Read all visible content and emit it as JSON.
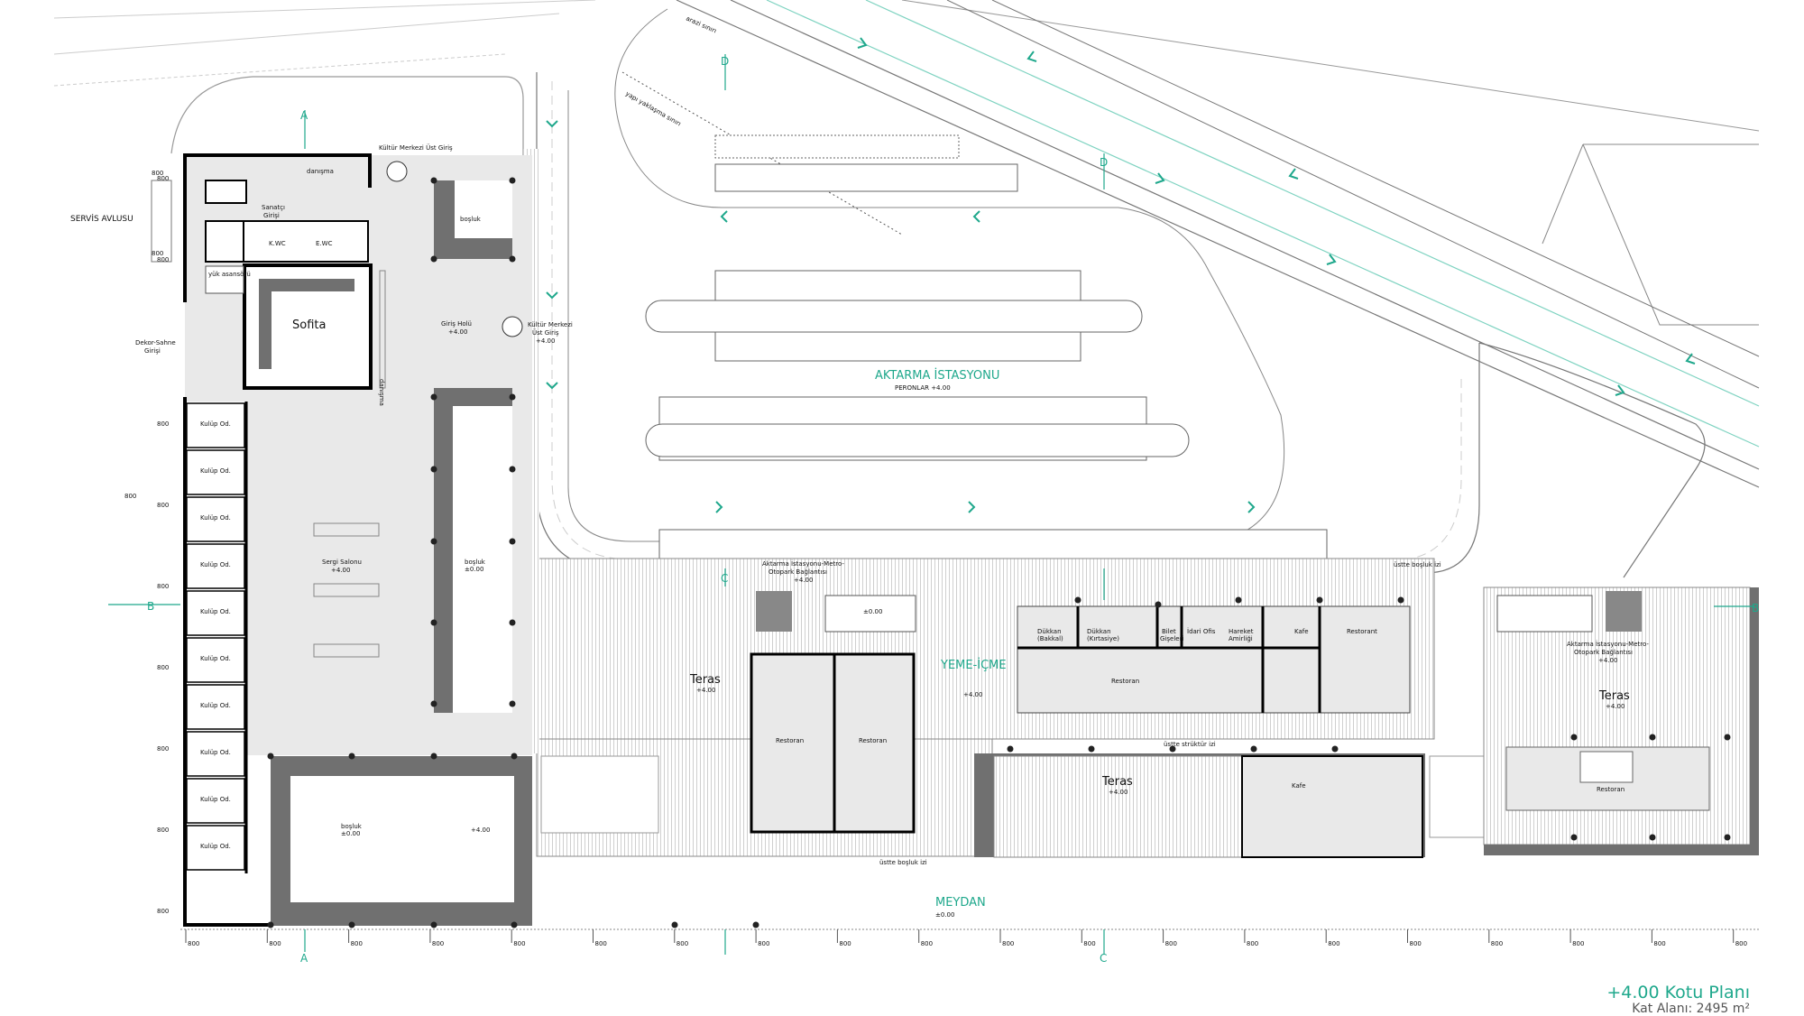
{
  "colors": {
    "accent": "#1fa88c",
    "wall": "#000000",
    "void_dark": "#707070",
    "floor": "#e9e9e9"
  },
  "title": {
    "plan": "+4.00 Kotu Planı",
    "area": "Kat Alanı: 2495 m²"
  },
  "site": {
    "servis_avlusu": "SERVİS AVLUSU",
    "arazi_siniri": "arazi sınırı",
    "yapi_yaklasma": "yapı yaklaşma sınırı",
    "aktarma": "AKTARMA İSTASYONU",
    "peronlar": "PERONLAR +4.00",
    "yeme_icme": "YEME-İÇME",
    "yeme_icme_level": "+4.00",
    "meydan": "MEYDAN",
    "meydan_level": "±0.00"
  },
  "culture": {
    "ust_giris_top": "Kültür Merkezi Üst Giriş",
    "ust_giris_side_1": "Kültür Merkezi",
    "ust_giris_side_2": "Üst Giriş",
    "ust_giris_side_3": "+4.00",
    "danisma": "danışma",
    "danisma2": "danışma",
    "sanatci_1": "Sanatçı",
    "sanatci_2": "Girişi",
    "kwc": "K.WC",
    "ewc": "E.WC",
    "yuk": "yük asansörü",
    "sofita": "Sofita",
    "dekor_1": "Dekor-Sahne",
    "dekor_2": "Girişi",
    "giris_holu": "Giriş Holü",
    "giris_holu_level": "+4.00",
    "sergi": "Sergi Salonu",
    "sergi_level": "+4.00",
    "bosluk": "boşluk",
    "bosluk_level": "±0.00",
    "bottom_level": "+4.00",
    "club_rooms": [
      "Kulüp Od.",
      "Kulüp Od.",
      "Kulüp Od.",
      "Kulüp Od.",
      "Kulüp Od.",
      "Kulüp Od.",
      "Kulüp Od.",
      "Kulüp Od.",
      "Kulüp Od.",
      "Kulüp Od."
    ]
  },
  "commerce": {
    "baglanti_1": "Aktarma İstasyonu-Metro-",
    "baglanti_2": "Otopark Bağlantısı",
    "baglanti_level": "+4.00",
    "void_level": "±0.00",
    "dukkan1": "Dükkan",
    "dukkan1_sub": "(Bakkal)",
    "dukkan2": "Dükkan",
    "dukkan2_sub": "(Kırtasiye)",
    "bilet_1": "Bilet",
    "bilet_2": "Gişeleri",
    "idari": "İdari Ofis",
    "hareket_1": "Hareket",
    "hareket_2": "Amirliği",
    "kafe": "Kafe",
    "restoran": "Restoran",
    "restorant": "Restorant",
    "teras": "Teras",
    "teras_level": "+4.00",
    "ust_ortu": "üstte strüktür izi",
    "ust_bosluk": "üstte boşluk izi"
  },
  "sections": [
    "A",
    "A",
    "B",
    "B",
    "C",
    "C",
    "D",
    "D"
  ],
  "grid": {
    "bottom": [
      "800",
      "800",
      "800",
      "800",
      "800",
      "800",
      "800",
      "800",
      "800",
      "800",
      "800",
      "800",
      "800",
      "800",
      "800",
      "800",
      "800",
      "800",
      "800",
      "800"
    ],
    "left": [
      "800",
      "800",
      "800",
      "800",
      "800",
      "800",
      "800",
      "800",
      "800",
      "800",
      "800",
      "800"
    ]
  }
}
